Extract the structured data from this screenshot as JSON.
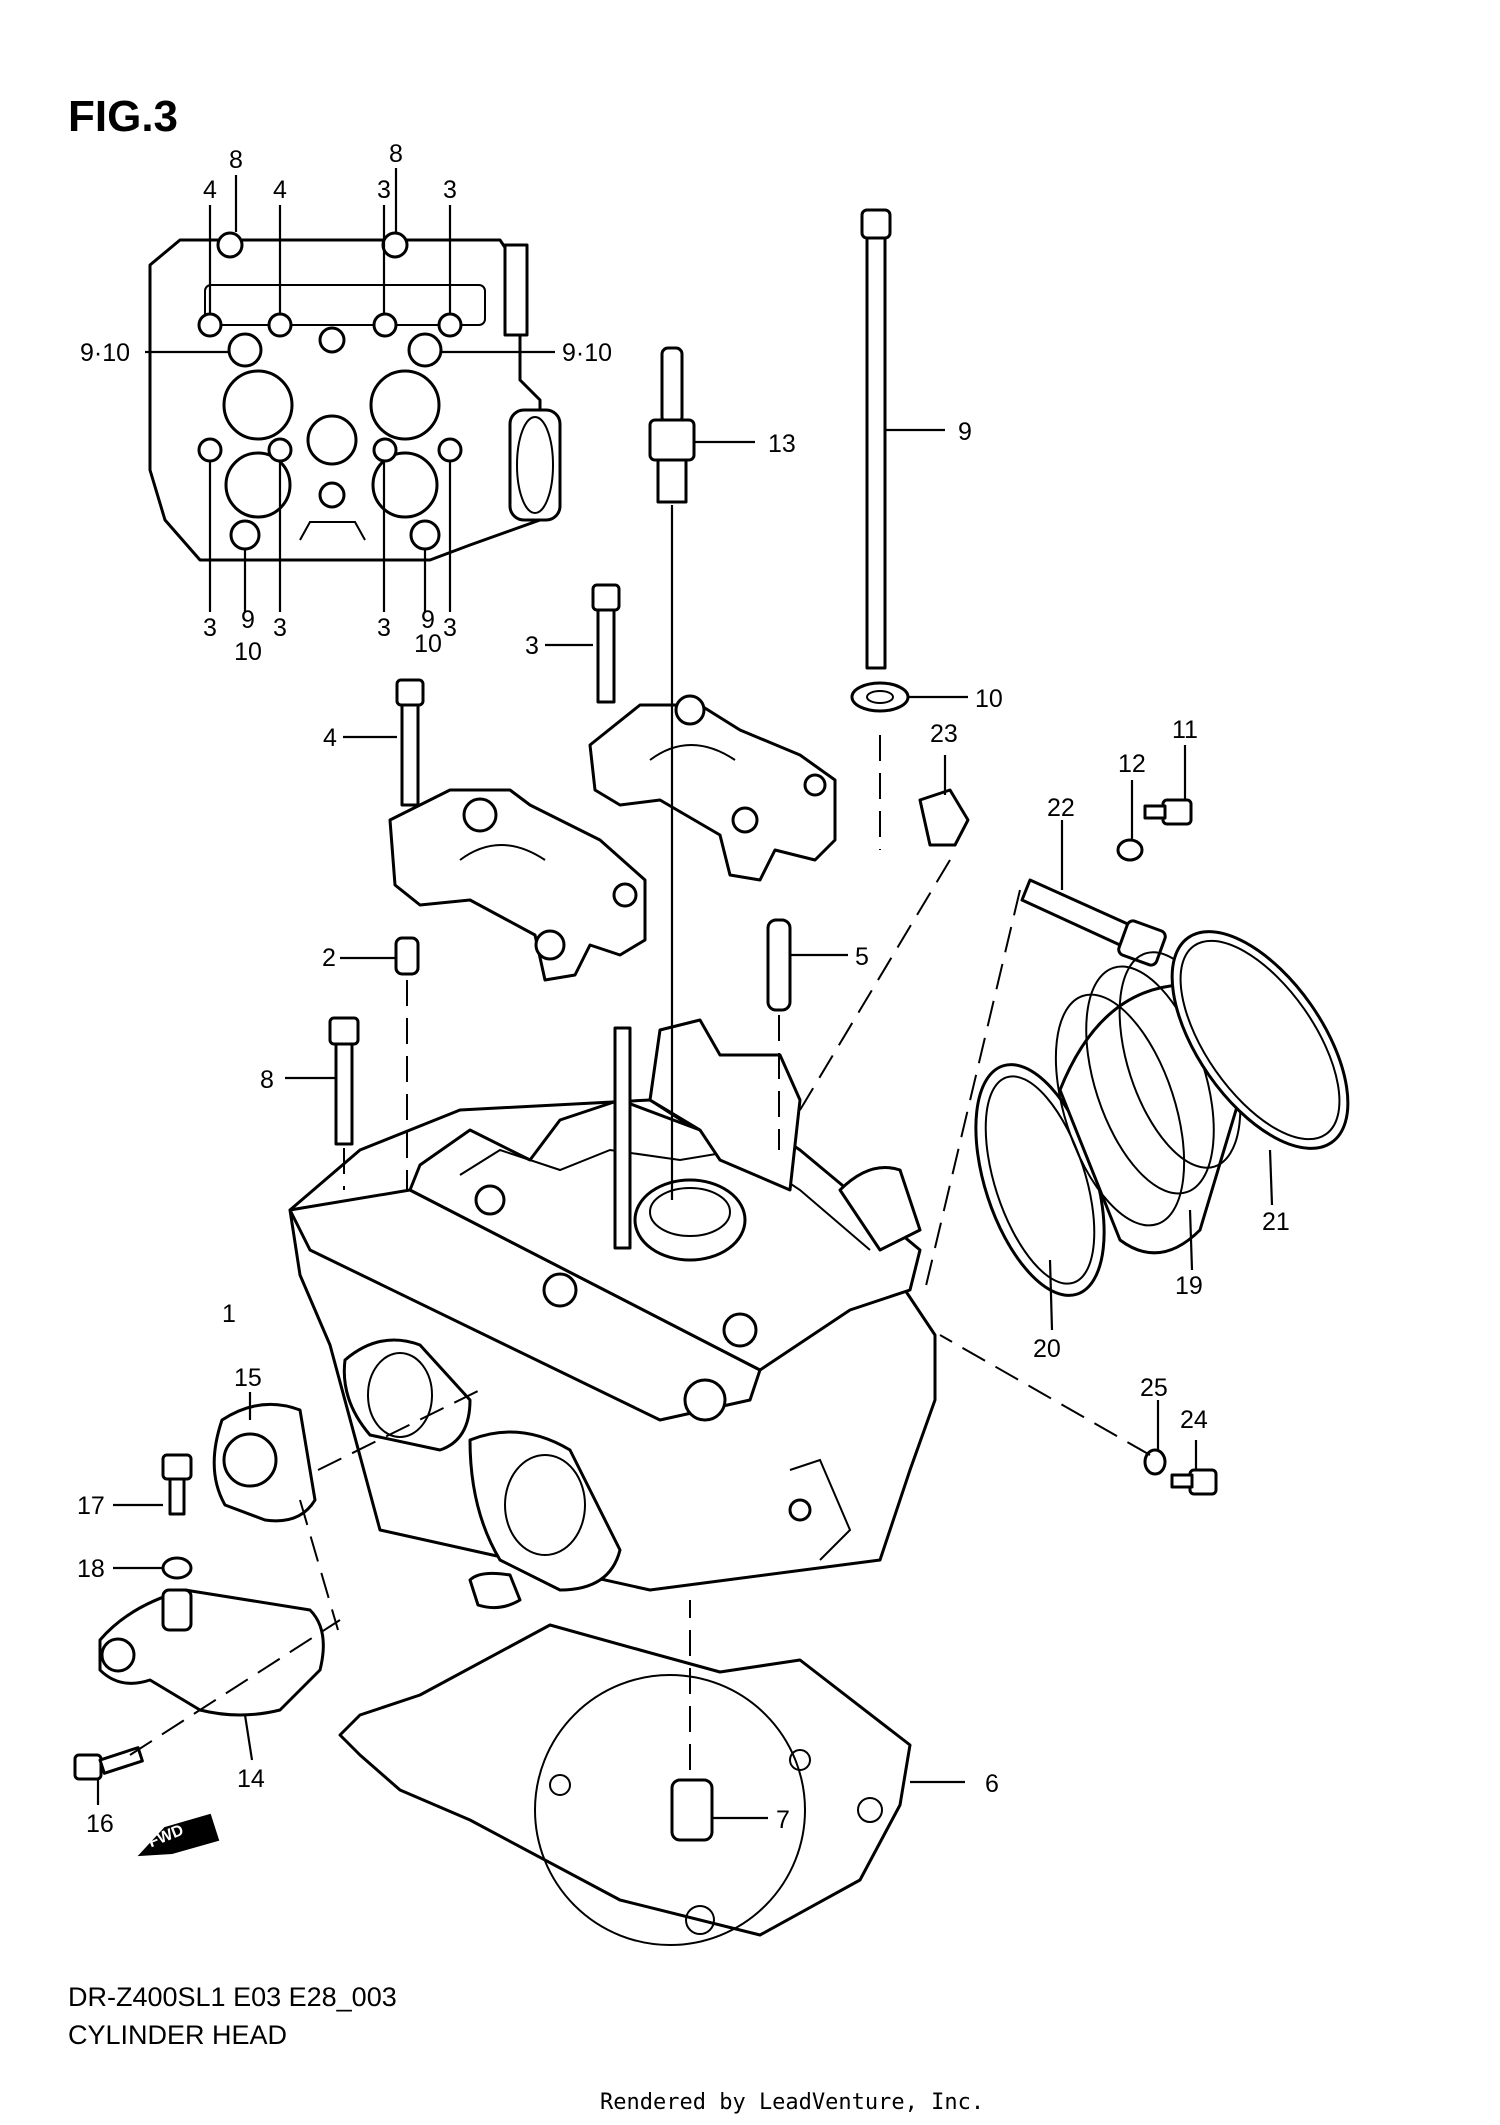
{
  "figure_title": "FIG.3",
  "model_code": "DR-Z400SL1  E03  E28_003",
  "section_name": "CYLINDER HEAD",
  "rendered_by": "Rendered by LeadVenture, Inc.",
  "fwd_label": "FWD",
  "inset_callouts": [
    "8",
    "8",
    "4",
    "4",
    "3",
    "3",
    "9·10",
    "9·10",
    "3",
    "3",
    "3",
    "3",
    "9",
    "9",
    "10",
    "10"
  ],
  "callouts": [
    "1",
    "2",
    "3",
    "4",
    "5",
    "6",
    "7",
    "8",
    "9",
    "10",
    "11",
    "12",
    "13",
    "14",
    "15",
    "16",
    "17",
    "18",
    "19",
    "20",
    "21",
    "22",
    "23",
    "24",
    "25"
  ]
}
